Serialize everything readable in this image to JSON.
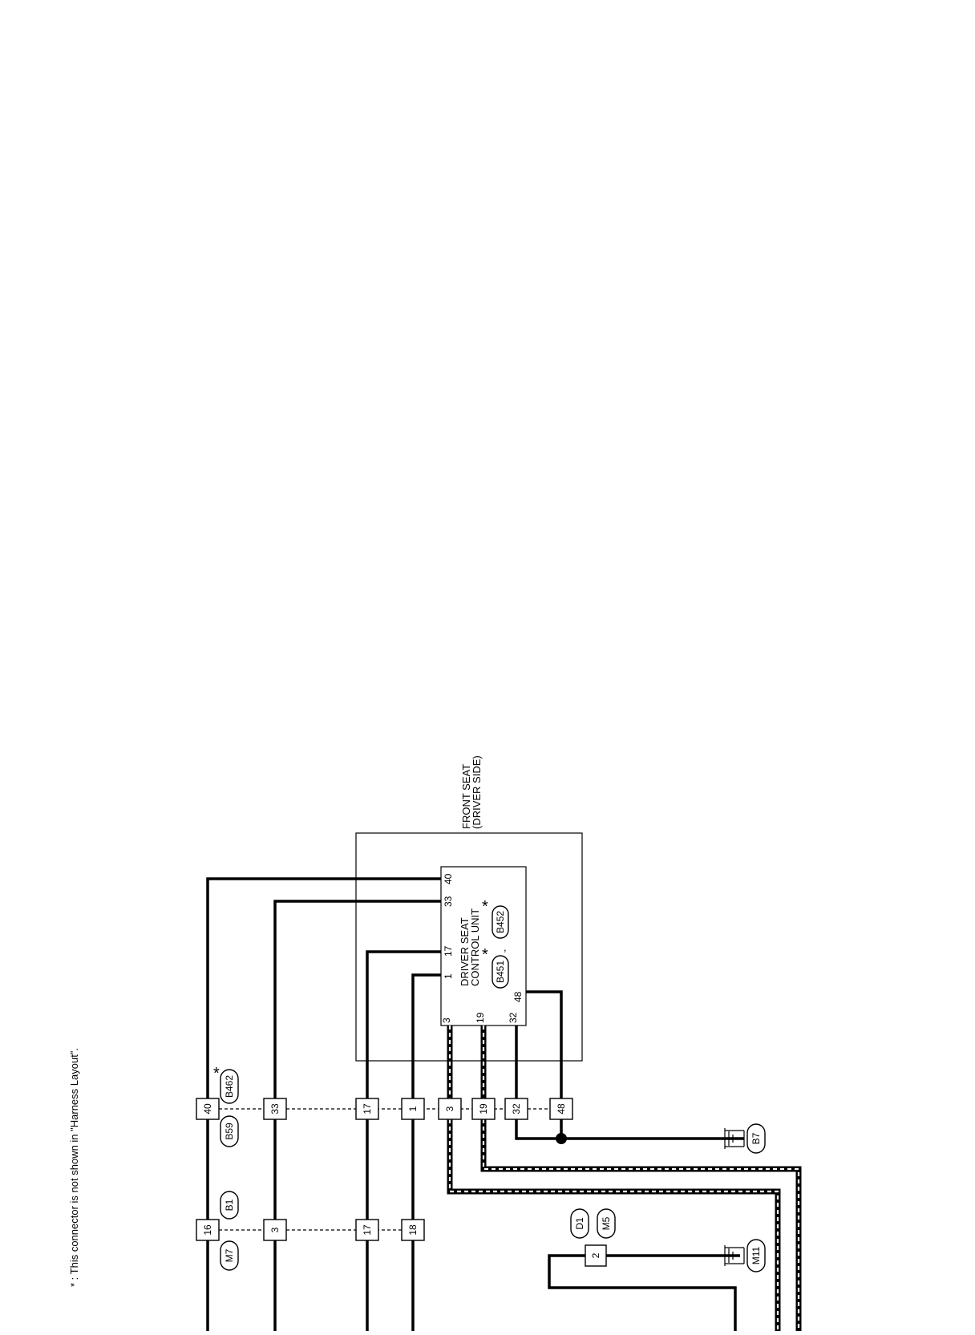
{
  "footnote": "* : This connector is not shown in \"Harness Layout\".",
  "front_seat": {
    "line1": "FRONT SEAT",
    "line2": "(DRIVER SIDE)"
  },
  "control_unit": {
    "line1": "DRIVER SEAT",
    "line2": "CONTROL UNIT",
    "connector_a": "B451",
    "connector_b": "B452",
    "separator": ",",
    "pins": [
      "40",
      "33",
      "17",
      "1",
      "3",
      "19",
      "32",
      "48"
    ]
  },
  "asterisk": "*",
  "connector_b462": {
    "label": "B462",
    "mate": "B59",
    "pins": [
      "40",
      "33",
      "17",
      "1",
      "3",
      "19",
      "32",
      "48"
    ]
  },
  "connector_b1": {
    "label": "B1",
    "mate": "M7",
    "pins": [
      "16",
      "3",
      "17",
      "18"
    ]
  },
  "connector_d1": {
    "labels": [
      "D1",
      "M5"
    ],
    "pin": "2"
  },
  "ground_b7": "B7",
  "ground_m11": "M11"
}
